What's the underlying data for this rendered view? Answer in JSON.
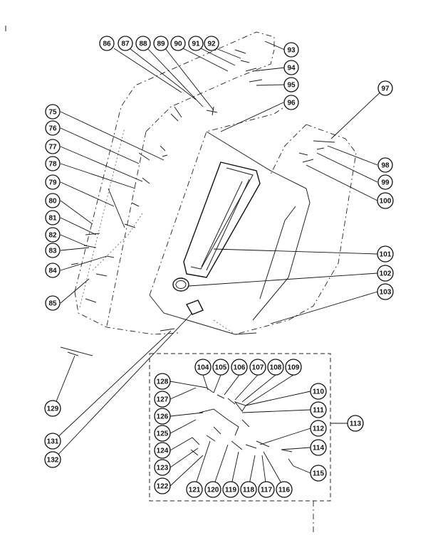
{
  "callouts": [
    {
      "label": "86"
    },
    {
      "label": "87"
    },
    {
      "label": "88"
    },
    {
      "label": "89"
    },
    {
      "label": "90"
    },
    {
      "label": "91"
    },
    {
      "label": "92"
    },
    {
      "label": "93"
    },
    {
      "label": "94"
    },
    {
      "label": "95"
    },
    {
      "label": "96"
    },
    {
      "label": "97"
    },
    {
      "label": "75"
    },
    {
      "label": "76"
    },
    {
      "label": "77"
    },
    {
      "label": "78"
    },
    {
      "label": "79"
    },
    {
      "label": "80"
    },
    {
      "label": "81"
    },
    {
      "label": "82"
    },
    {
      "label": "83"
    },
    {
      "label": "84"
    },
    {
      "label": "85"
    },
    {
      "label": "98"
    },
    {
      "label": "99"
    },
    {
      "label": "100"
    },
    {
      "label": "101"
    },
    {
      "label": "102"
    },
    {
      "label": "103"
    },
    {
      "label": "104"
    },
    {
      "label": "105"
    },
    {
      "label": "106"
    },
    {
      "label": "107"
    },
    {
      "label": "108"
    },
    {
      "label": "109"
    },
    {
      "label": "128"
    },
    {
      "label": "127"
    },
    {
      "label": "110"
    },
    {
      "label": "111"
    },
    {
      "label": "126"
    },
    {
      "label": "125"
    },
    {
      "label": "113"
    },
    {
      "label": "112"
    },
    {
      "label": "124"
    },
    {
      "label": "114"
    },
    {
      "label": "123"
    },
    {
      "label": "115"
    },
    {
      "label": "122"
    },
    {
      "label": "121"
    },
    {
      "label": "120"
    },
    {
      "label": "119"
    },
    {
      "label": "118"
    },
    {
      "label": "117"
    },
    {
      "label": "116"
    },
    {
      "label": "129"
    },
    {
      "label": "131"
    },
    {
      "label": "132"
    }
  ]
}
